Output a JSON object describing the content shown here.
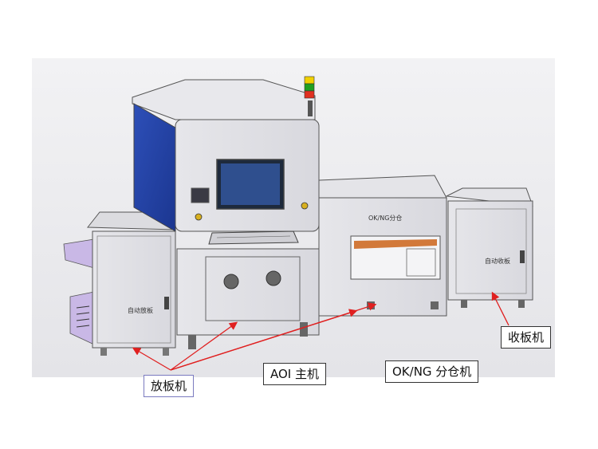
{
  "labels": {
    "loader": "放板机",
    "aoi_main": "AOI 主机",
    "sorter": "OK/NG 分仓机",
    "unloader": "收板机"
  },
  "arrow_color": "#e02020",
  "tower_light_colors": [
    "#f0d000",
    "#20a020",
    "#e03020"
  ]
}
